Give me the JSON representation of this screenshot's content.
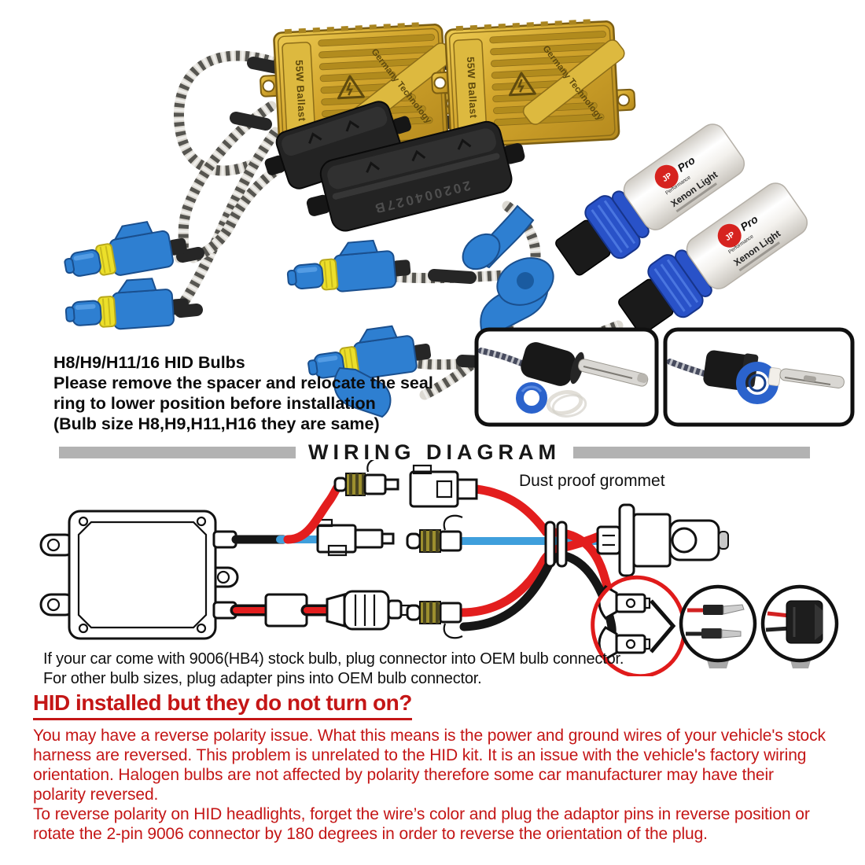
{
  "colors": {
    "red_text": "#c41616",
    "wire_red": "#e31e1e",
    "wire_blue": "#3f9fdc",
    "ballast_gold": "#d2a42c",
    "part_blue": "#2e7fd1",
    "header_bar_gray": "#b2b2b2"
  },
  "photo": {
    "ballast_wattage": "55W Ballast",
    "ballast_brand": "Germany Technology",
    "decoder_serial": "202004027B",
    "bulb_logo_jp": "JP",
    "bulb_logo_pro": "Pro",
    "bulb_logo_perf": "Performance",
    "bulb_label": "Xenon Light"
  },
  "notes": {
    "lines": [
      "H8/H9/H11/16 HID Bulbs",
      "Please remove the spacer and relocate the seal",
      "ring to lower position before installation",
      "(Bulb size H8,H9,H11,H16 they are same)"
    ]
  },
  "wiring": {
    "title": "WIRING DIAGRAM",
    "grommet_label": "Dust proof grommet"
  },
  "captions": {
    "line1": "If your car come with 9006(HB4) stock bulb, plug connector into OEM bulb connector.",
    "line2": "For other bulb sizes, plug adapter pins into OEM bulb connector."
  },
  "troubleshoot": {
    "heading": "HID installed but they do not turn on?",
    "para1": "You may have a reverse polarity issue. What this means is the power and ground wires of your vehicle's stock harness are reversed. This problem is unrelated to the HID kit. It is an issue with the vehicle's factory wiring orientation. Halogen bulbs are not affected by polarity therefore some car manufacturer may have their polarity reversed.",
    "para2": "To reverse polarity on HID headlights, forget the wire’s color and plug the adaptor pins in reverse position or rotate the 2-pin 9006 connector by 180 degrees in order to reverse the orientation of the plug."
  }
}
